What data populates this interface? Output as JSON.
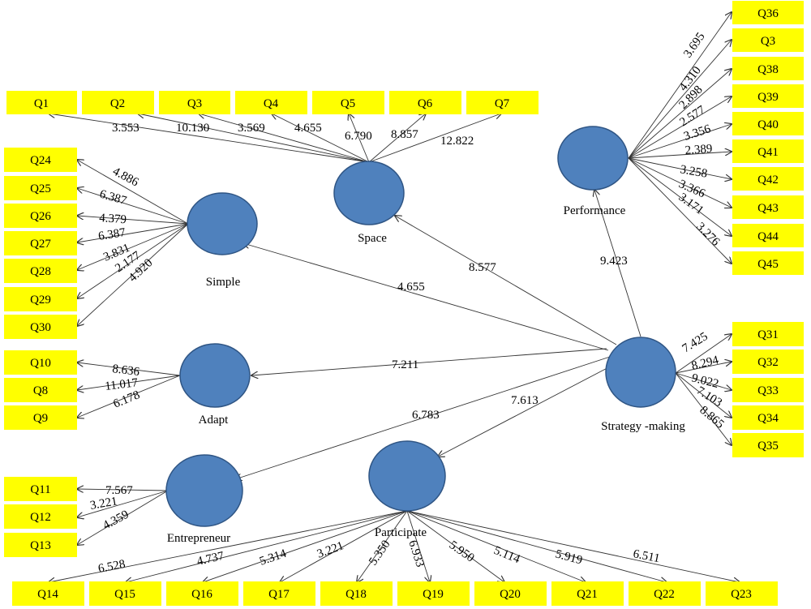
{
  "colors": {
    "indicator_fill": "#ffff00",
    "latent_fill": "#4f81bd",
    "latent_stroke": "#2f5584"
  },
  "latents": {
    "space": "Space",
    "simple": "Simple",
    "performance": "Performance",
    "adapt": "Adapt",
    "strategy": "Strategy -making",
    "entrepreneur": "Entrepreneur",
    "participate": "Participate"
  },
  "indicators": {
    "Q1": "Q1",
    "Q2": "Q2",
    "Q3": "Q3",
    "Q4": "Q4",
    "Q5": "Q5",
    "Q6": "Q6",
    "Q7": "Q7",
    "Q24": "Q24",
    "Q25": "Q25",
    "Q26": "Q26",
    "Q27": "Q27",
    "Q28": "Q28",
    "Q29": "Q29",
    "Q30": "Q30",
    "Q10": "Q10",
    "Q8": "Q8",
    "Q9": "Q9",
    "Q11": "Q11",
    "Q12": "Q12",
    "Q13": "Q13",
    "Q14": "Q14",
    "Q15": "Q15",
    "Q16": "Q16",
    "Q17": "Q17",
    "Q18": "Q18",
    "Q19": "Q19",
    "Q20": "Q20",
    "Q21": "Q21",
    "Q22": "Q22",
    "Q23": "Q23",
    "Q36": "Q36",
    "Q3b": "Q3",
    "Q38": "Q38",
    "Q39": "Q39",
    "Q40": "Q40",
    "Q41": "Q41",
    "Q42": "Q42",
    "Q43": "Q43",
    "Q44": "Q44",
    "Q45": "Q45",
    "Q31": "Q31",
    "Q32": "Q32",
    "Q33": "Q33",
    "Q34": "Q34",
    "Q35": "Q35"
  },
  "coefficients": {
    "space_q1": "3.553",
    "space_q2": "10.130",
    "space_q3": "3.569",
    "space_q4": "4.655",
    "space_q5": "6.790",
    "space_q6": "8.857",
    "space_q7": "12.822",
    "simple_q24": "4.886",
    "simple_q25": "6.387",
    "simple_q26": "4.379",
    "simple_q27": "6.387",
    "simple_q28": "3.831",
    "simple_q29": "2.177",
    "simple_q30": "4.920",
    "adapt_q10": "8.636",
    "adapt_q8": "11.017",
    "adapt_q9": "6.178",
    "ent_q11": "7.567",
    "ent_q12": "3.221",
    "ent_q13": "4.359",
    "par_q14": "6.528",
    "par_q15": "4.737",
    "par_q16": "5.314",
    "par_q17": "3.221",
    "par_q18": "5.350",
    "par_q19": "6.933",
    "par_q20": "5.950",
    "par_q21": "5.114",
    "par_q22": "5.919",
    "par_q23": "6.511",
    "perf_q36": "3.695",
    "perf_q3": "4.310",
    "perf_q38": "2.898",
    "perf_q39": "2.577",
    "perf_q40": "3.356",
    "perf_q41": "2.389",
    "perf_q42": "3.258",
    "perf_q43": "3.366",
    "perf_q44": "3.171",
    "perf_q45": "3.276",
    "sm_q31": "7.425",
    "sm_q32": "8.294",
    "sm_q33": "9.022",
    "sm_q34": "7.103",
    "sm_q35": "8.865",
    "sm_simple": "4.655",
    "sm_space": "8.577",
    "sm_perf": "9.423",
    "sm_adapt": "7.211",
    "sm_ent": "6.783",
    "sm_par": "7.613"
  }
}
